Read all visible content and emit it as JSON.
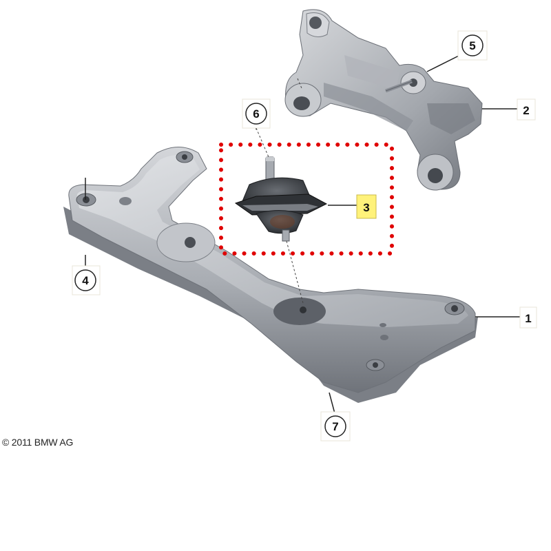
{
  "callouts": {
    "c1": "1",
    "c2": "2",
    "c3": "3",
    "c4": "4",
    "c5": "5",
    "c6": "6",
    "c7": "7"
  },
  "highlight": {
    "callout": "3",
    "fill": "#fff27a",
    "frame_color": "#e00000"
  },
  "colors": {
    "part_light": "#c9cbcf",
    "part_mid": "#9fa3a9",
    "part_dark": "#5e6268",
    "rubber": "#3a3d42"
  },
  "copyright": "© 2011 BMW AG"
}
